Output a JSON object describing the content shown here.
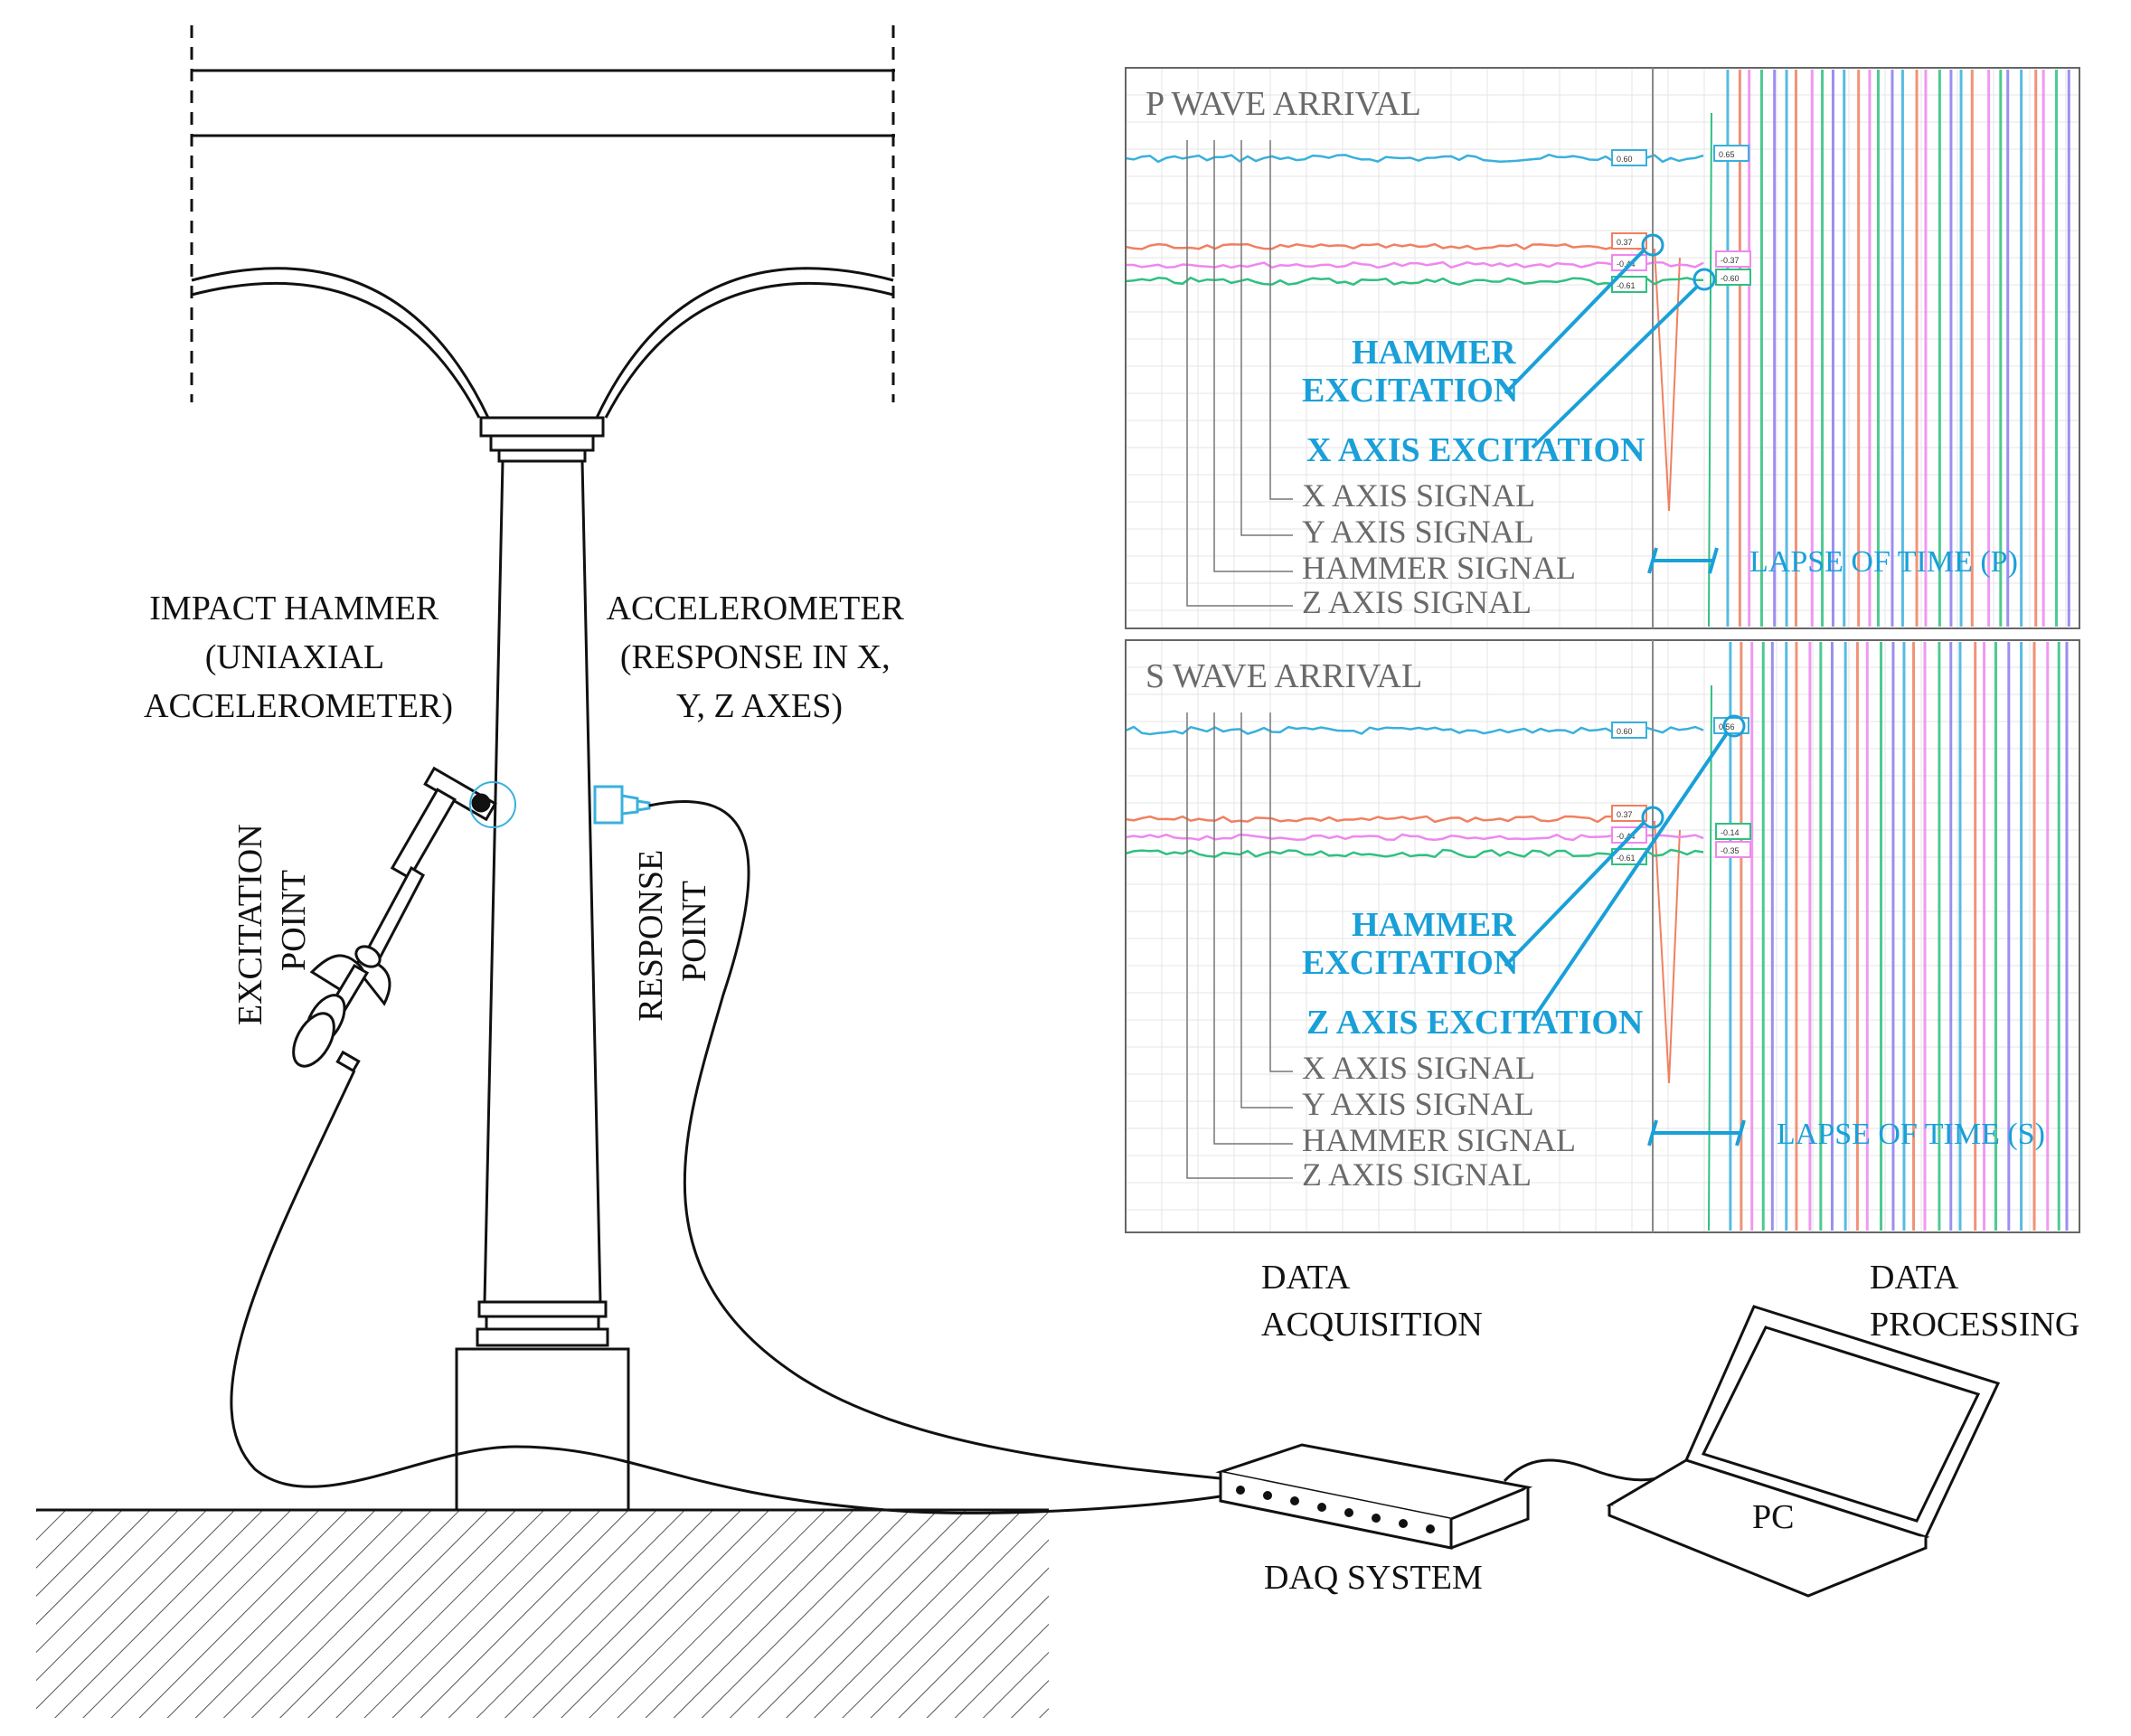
{
  "labels": {
    "impact_hammer": [
      "IMPACT HAMMER",
      "(UNIAXIAL",
      "ACCELEROMETER)"
    ],
    "accelerometer": [
      "ACCELEROMETER",
      "(RESPONSE IN X,",
      "Y, Z AXES)"
    ],
    "excitation_point": [
      "EXCITATION",
      "POINT"
    ],
    "response_point": [
      "RESPONSE",
      "POINT"
    ],
    "data_acquisition": [
      "DATA",
      "ACQUISITION"
    ],
    "data_processing": [
      "DATA",
      "PROCESSING"
    ],
    "daq_system": "DAQ SYSTEM",
    "pc": "PC"
  },
  "panels": [
    {
      "title": "P WAVE ARRIVAL",
      "excitation_labels": [
        "HAMMER",
        "EXCITATION"
      ],
      "axis_excitation": "X AXIS EXCITATION",
      "signals": [
        "X AXIS SIGNAL",
        "Y AXIS SIGNAL",
        "HAMMER  SIGNAL",
        "Z AXIS SIGNAL"
      ],
      "lapse": "LAPSE OF TIME (P)",
      "values": {
        "z_before": "0.60",
        "z_after": "0.65",
        "h_before": "0.37",
        "y_before": "-0.44",
        "x_before": "-0.61",
        "y_after": "-0.37",
        "x_after": "-0.60"
      }
    },
    {
      "title": "S WAVE ARRIVAL",
      "excitation_labels": [
        "HAMMER",
        "EXCITATION"
      ],
      "axis_excitation": "Z AXIS EXCITATION",
      "signals": [
        "X AXIS SIGNAL",
        "Y AXIS SIGNAL",
        "HAMMER  SIGNAL",
        "Z AXIS SIGNAL"
      ],
      "lapse": "LAPSE OF TIME (S)",
      "values": {
        "z_before": "0.60",
        "z_after": "0.56",
        "h_before": "0.37",
        "y_before": "-0.44",
        "x_before": "-0.61",
        "y_after": "-0.14",
        "x_after": "-0.35"
      }
    }
  ],
  "colors": {
    "z_signal": "#3ab0dc",
    "hammer_signal": "#f08060",
    "y_signal": "#ee88ee",
    "x_signal": "#30c080",
    "accent_blue": "#1aa0d8",
    "grid": "#e4e4e4",
    "line": "#111111"
  }
}
